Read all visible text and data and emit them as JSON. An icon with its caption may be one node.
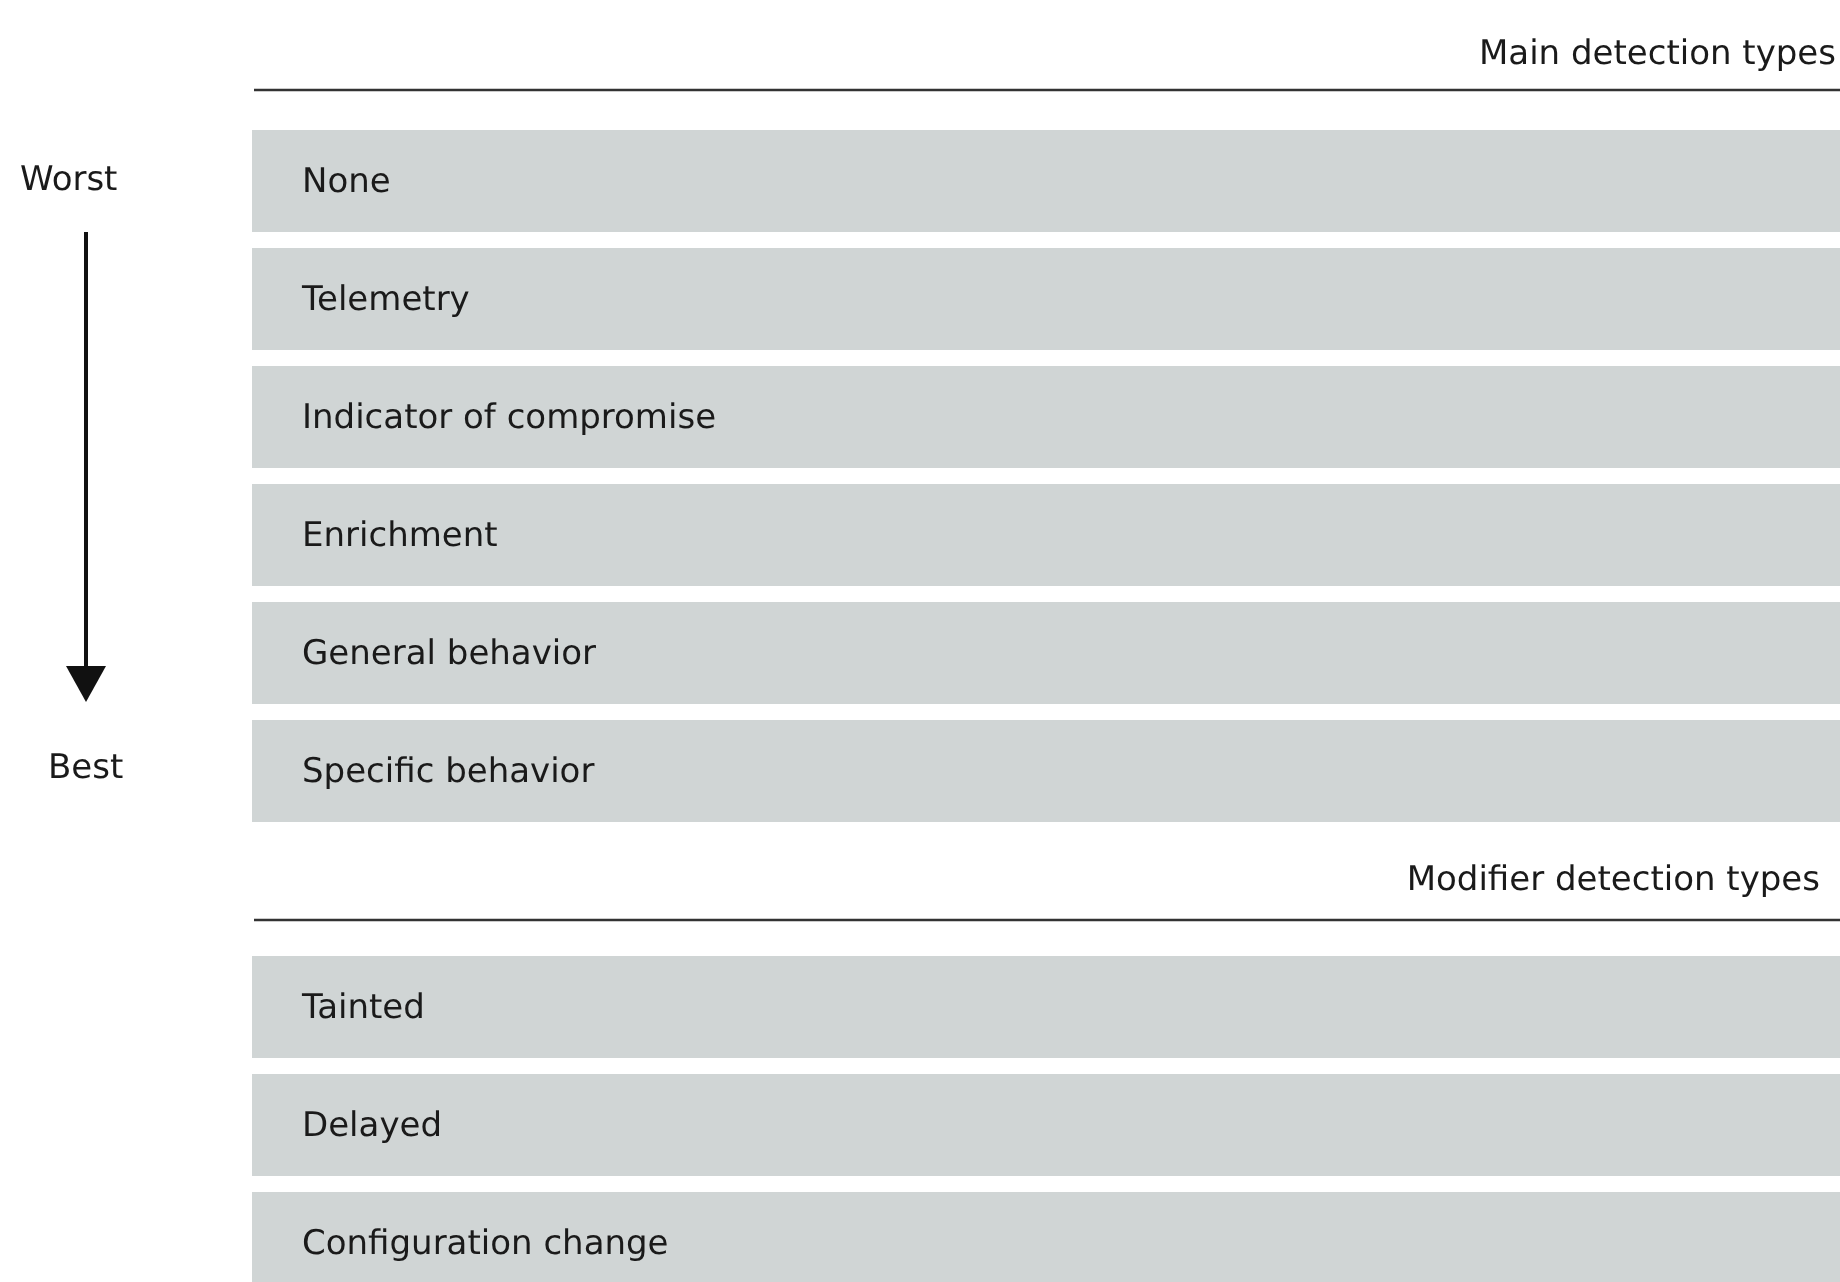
{
  "diagram": {
    "nodes": [
      {
        "text": [
          "None"
        ]
      },
      {
        "text": [
          "Telemetry"
        ]
      },
      {
        "text": [
          "Indicator of compromise"
        ]
      },
      {
        "text": [
          "Enrichment"
        ]
      },
      {
        "text": [
          "General behavior"
        ]
      },
      {
        "text": [
          "Specific behavior"
        ]
      },
      {
        "text": [
          "Tainted"
        ]
      },
      {
        "text": [
          "Delayed"
        ]
      },
      {
        "text": [
          "Configuration change"
        ]
      }
    ],
    "labels": [
      "Main detection types",
      "Worst",
      "Best",
      "Modifier detection types"
    ]
  }
}
